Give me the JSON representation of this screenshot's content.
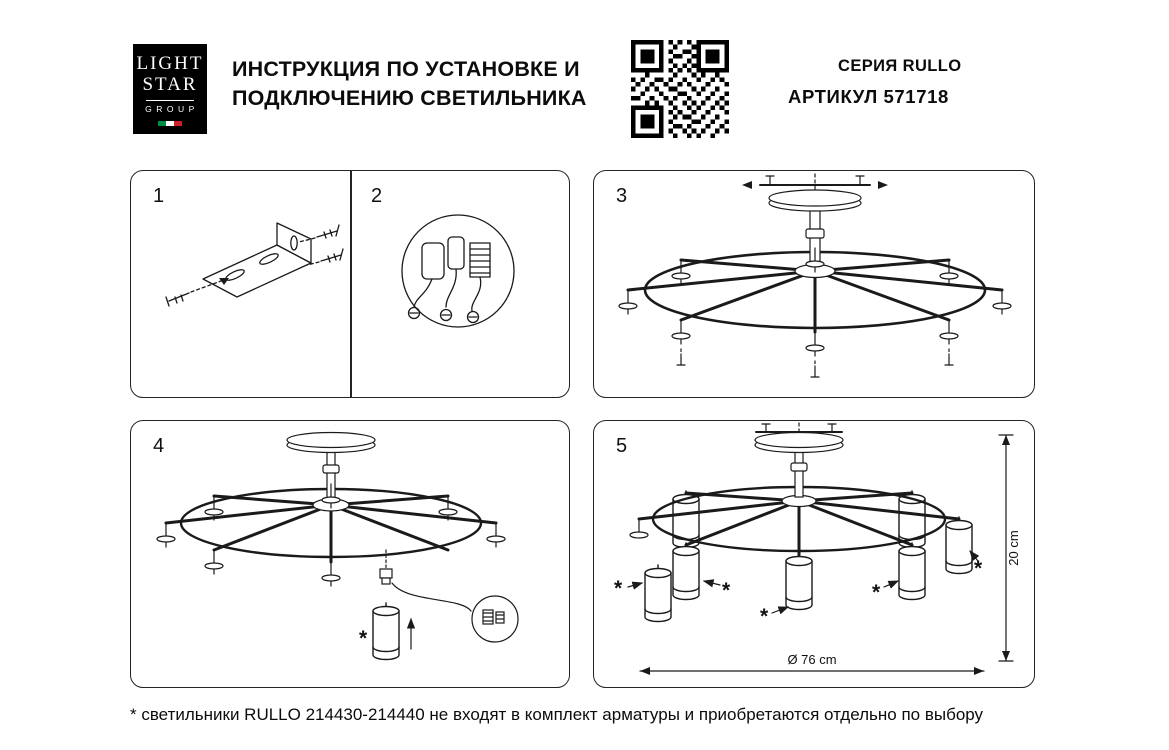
{
  "header": {
    "logo": {
      "line1": "LIGHT",
      "line2": "STAR",
      "line3": "GROUP"
    },
    "title_line1": "ИНСТРУКЦИЯ ПО УСТАНОВКЕ И",
    "title_line2": "ПОДКЛЮЧЕНИЮ СВЕТИЛЬНИКА",
    "series": "СЕРИЯ RULLO",
    "article": "АРТИКУЛ 571718"
  },
  "steps": [
    {
      "number": "1"
    },
    {
      "number": "2"
    },
    {
      "number": "3"
    },
    {
      "number": "4"
    },
    {
      "number": "5"
    }
  ],
  "diagram": {
    "height_label": "20 cm",
    "diameter_label": "Ø 76 cm",
    "lamp_marker": "*"
  },
  "footnote": "* светильники RULLO 214430-214440 не входят в комплект арматуры и приобретаются отдельно по выбору",
  "colors": {
    "ink": "#1a1a1a",
    "flag_green": "#008C45",
    "flag_red": "#CD212A"
  }
}
